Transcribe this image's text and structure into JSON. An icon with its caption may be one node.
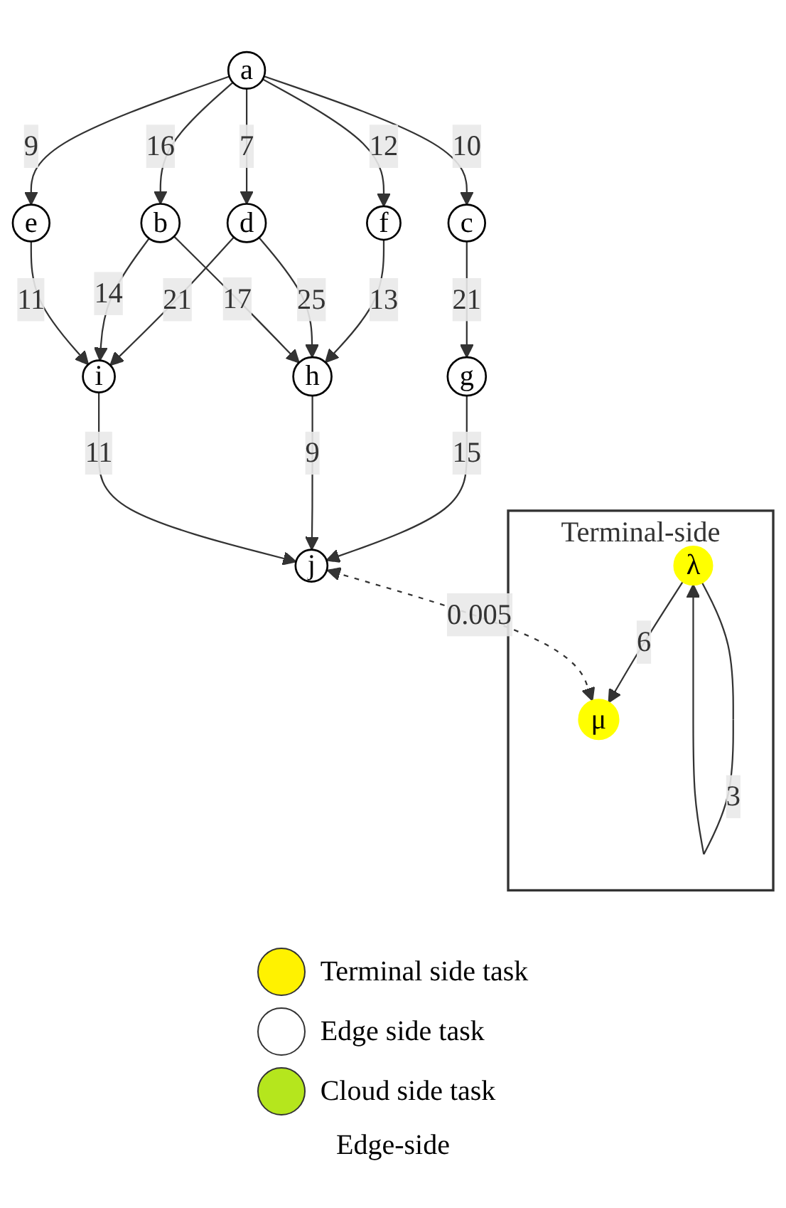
{
  "diagram": {
    "caption": "Edge-side",
    "nodes": [
      {
        "text": [
          "a"
        ]
      },
      {
        "text": [
          "c"
        ]
      },
      {
        "text": [
          "f"
        ]
      },
      {
        "text": [
          "d"
        ]
      },
      {
        "text": [
          "b"
        ]
      },
      {
        "text": [
          "e"
        ]
      },
      {
        "text": [
          "g"
        ]
      },
      {
        "text": [
          "h"
        ]
      },
      {
        "text": [
          "i"
        ]
      },
      {
        "text": [
          "j"
        ]
      },
      {
        "text": [
          "Terminal-side"
        ]
      },
      {
        "text": [
          "λ"
        ],
        "in": 10
      },
      {
        "text": [
          "μ"
        ],
        "in": 10
      }
    ],
    "edges": [
      {
        "from": 0,
        "to": 1,
        "arrow": "to",
        "label": "10"
      },
      {
        "from": 0,
        "to": 2,
        "arrow": "to",
        "label": "12"
      },
      {
        "from": 0,
        "to": 3,
        "arrow": "to",
        "label": "7"
      },
      {
        "from": 0,
        "to": 4,
        "arrow": "to",
        "label": "16"
      },
      {
        "from": 0,
        "to": 5,
        "arrow": "to",
        "label": "9"
      },
      {
        "from": 1,
        "to": 6,
        "arrow": "to",
        "label": "21"
      },
      {
        "from": 2,
        "to": 7,
        "arrow": "to",
        "label": "13"
      },
      {
        "from": 3,
        "to": 7,
        "arrow": "to",
        "label": "25"
      },
      {
        "from": 3,
        "to": 8,
        "arrow": "to",
        "label": "21"
      },
      {
        "from": 4,
        "to": 7,
        "arrow": "to",
        "label": "17"
      },
      {
        "from": 4,
        "to": 8,
        "arrow": "to",
        "label": "14"
      },
      {
        "from": 5,
        "to": 8,
        "arrow": "to",
        "label": "11"
      },
      {
        "from": 6,
        "to": 9,
        "arrow": "to",
        "label": "15"
      },
      {
        "from": 7,
        "to": 9,
        "arrow": "to",
        "label": "9"
      },
      {
        "from": 8,
        "to": 9,
        "arrow": "to",
        "label": "11"
      },
      {
        "from": 11,
        "to": 11,
        "arrow": "to",
        "label": "3"
      },
      {
        "from": 11,
        "to": 12,
        "arrow": "to",
        "label": "6"
      },
      {
        "from": 9,
        "to": 12,
        "arrow": "both",
        "label": "0.005",
        "style": "dashed"
      }
    ],
    "legend": [
      {
        "text": "Terminal side task",
        "color": "#fff200"
      },
      {
        "text": "Edge side task",
        "color": "#ffffff"
      },
      {
        "text": "Cloud side task",
        "color": "#b5e61d"
      }
    ]
  }
}
